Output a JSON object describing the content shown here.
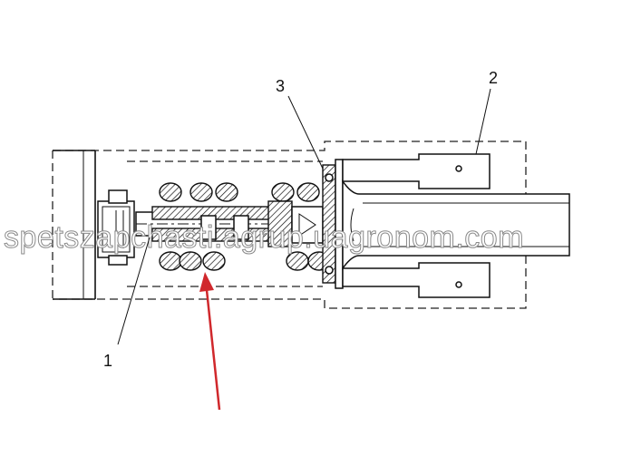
{
  "diagram": {
    "callouts": [
      {
        "id": "1",
        "label": "1"
      },
      {
        "id": "2",
        "label": "2"
      },
      {
        "id": "3",
        "label": "3"
      }
    ],
    "watermark": "spetszapchasti.agrup.uagronom.com",
    "arrow_color": "#d0282c",
    "line_color": "#111111"
  }
}
